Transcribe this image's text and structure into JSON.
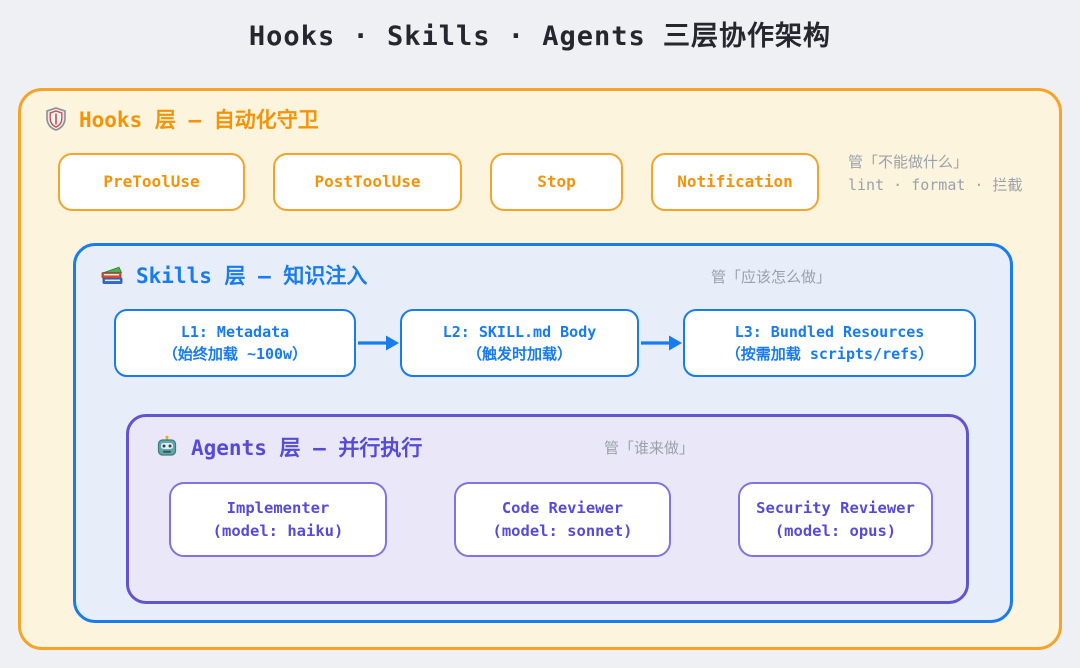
{
  "page": {
    "title": "Hooks · Skills · Agents 三层协作架构"
  },
  "hooks_layer": {
    "icon": "shield",
    "title": "Hooks 层 — 自动化守卫",
    "nodes": [
      "PreToolUse",
      "PostToolUse",
      "Stop",
      "Notification"
    ],
    "note_line1": "管「不能做什么」",
    "note_line2": "lint · format · 拦截"
  },
  "skills_layer": {
    "icon": "books",
    "title": "Skills 层 — 知识注入",
    "note": "管「应该怎么做」",
    "nodes": [
      {
        "line1": "L1: Metadata",
        "line2": "（始终加载 ~100w）"
      },
      {
        "line1": "L2: SKILL.md Body",
        "line2": "（触发时加载）"
      },
      {
        "line1": "L3: Bundled Resources",
        "line2": "（按需加载 scripts/refs）"
      }
    ]
  },
  "agents_layer": {
    "icon": "robot",
    "title": "Agents 层 — 并行执行",
    "note": "管「谁来做」",
    "nodes": [
      {
        "line1": "Implementer",
        "line2": "(model: haiku)"
      },
      {
        "line1": "Code Reviewer",
        "line2": "(model: sonnet)"
      },
      {
        "line1": "Security Reviewer",
        "line2": "(model: opus)"
      }
    ]
  },
  "colors": {
    "page_bg": "#eef0f3",
    "orange_accent": "#f59307",
    "orange_border": "#f5a32b",
    "hooks_bg": "#fdf4dd",
    "blue_accent": "#187bee",
    "skills_bg": "#e7edf9",
    "purple_accent": "#564bd8",
    "purple_border": "#6354ce",
    "agents_bg": "#eae8f8",
    "note_gray": "#9ba1ac"
  }
}
